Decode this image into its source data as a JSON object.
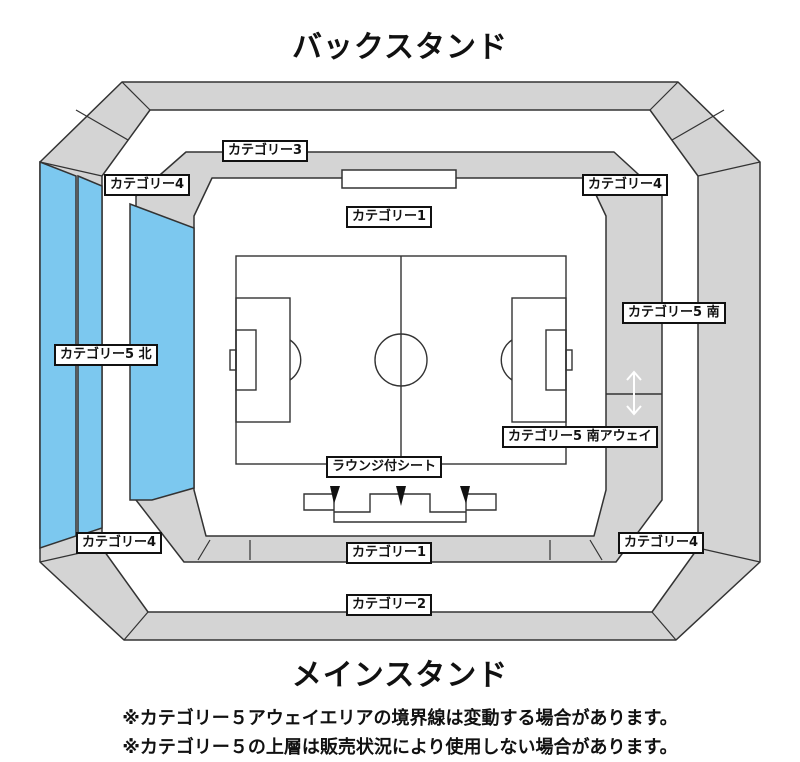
{
  "titles": {
    "back_stand": "バックスタンド",
    "main_stand": "メインスタンド"
  },
  "notes": [
    "※カテゴリー５アウェイエリアの境界線は変動する場合があります。",
    "※カテゴリー５の上層は販売状況により使用しない場合があります。"
  ],
  "labels": {
    "back_cat3": "カテゴリー3",
    "back_cat4_left": "カテゴリー4",
    "back_cat4_right": "カテゴリー4",
    "back_cat1": "カテゴリー1",
    "cat5_north": "カテゴリー5 北",
    "cat5_south": "カテゴリー5 南",
    "cat5_south_away": "カテゴリー5 南アウェイ",
    "lounge": "ラウンジ付シート",
    "main_cat4_left": "カテゴリー4",
    "main_cat4_right": "カテゴリー4",
    "main_cat1": "カテゴリー1",
    "main_cat2": "カテゴリー2"
  },
  "colors": {
    "seat_gray": "#d4d4d4",
    "highlight_blue": "#7cc8ef",
    "line": "#333333",
    "background": "#ffffff"
  },
  "icons": {
    "away_boundary": "double-arrow-vertical-icon",
    "lounge_pointer": "triangle-pointer-icon"
  }
}
